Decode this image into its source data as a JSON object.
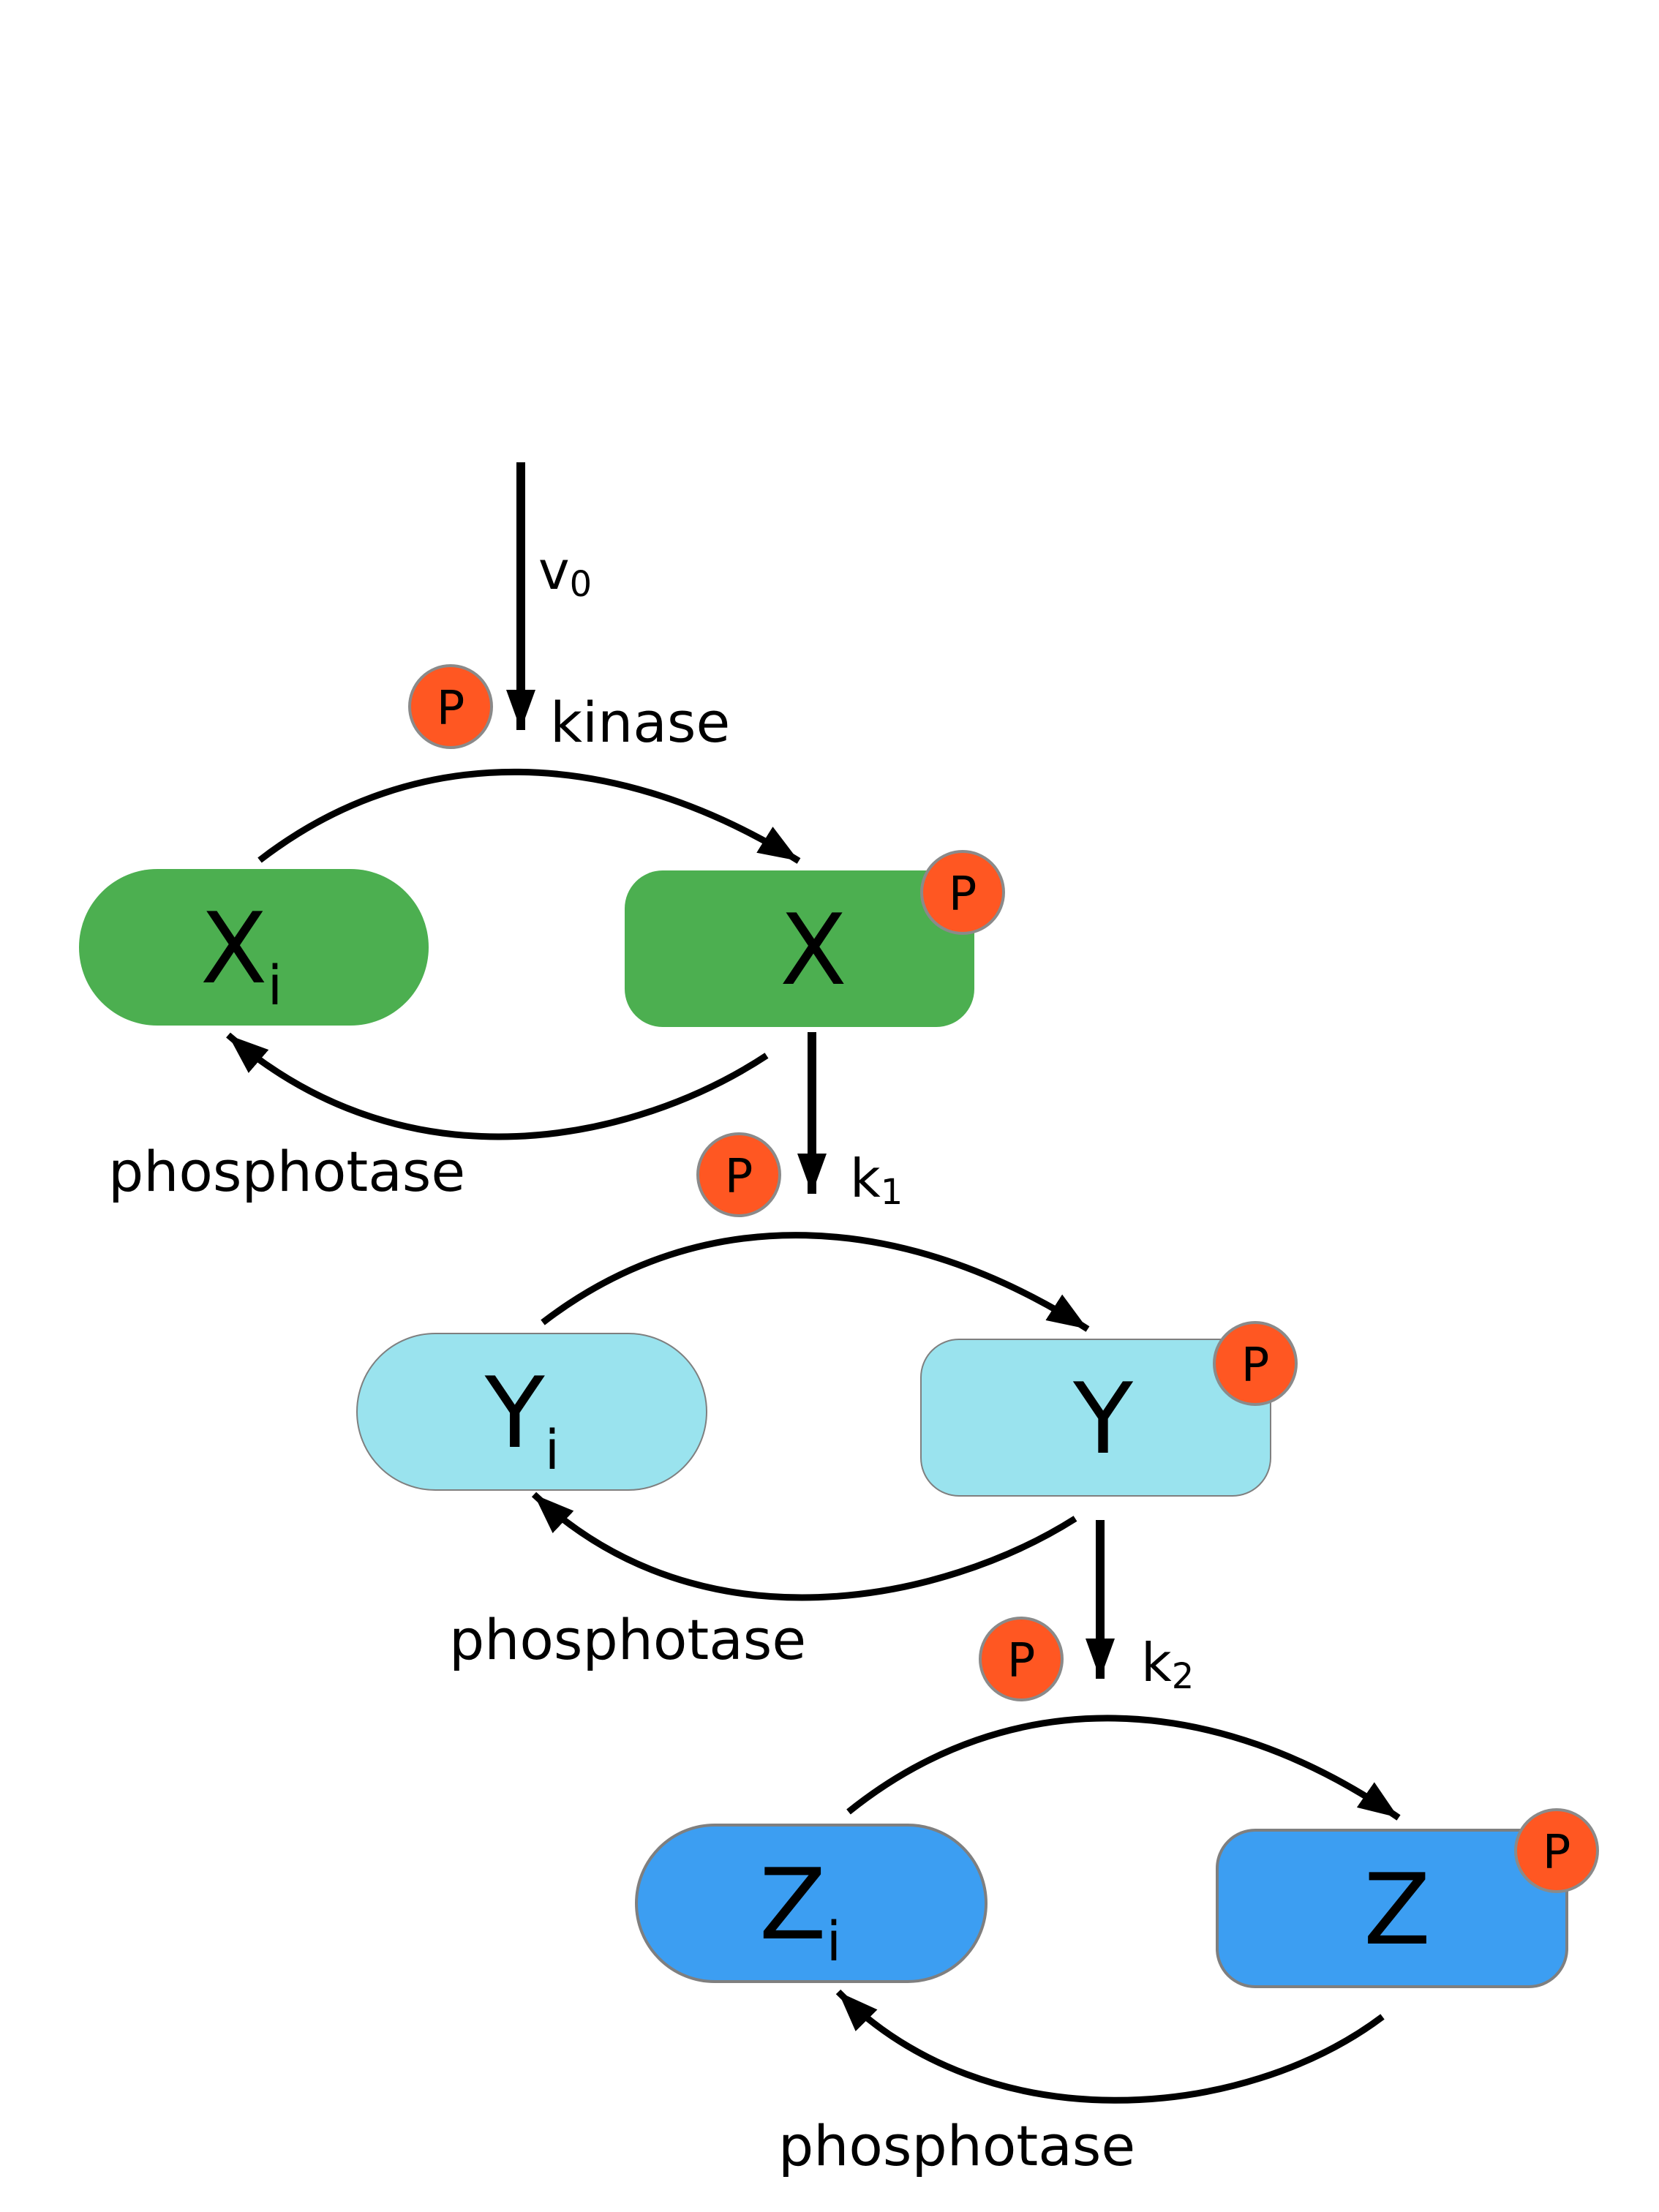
{
  "colors": {
    "x_fill": "#4caf50",
    "y_fill": "#9ae3ee",
    "z_fill": "#3c9ef2",
    "phosphate_fill": "#ff5722",
    "phosphate_stroke": "#8a8a8a",
    "node_stroke": "#7f7f7f",
    "arrow": "#000000"
  },
  "input": {
    "rate_main": "v",
    "rate_sub": "0",
    "phosphate": "P"
  },
  "tiers": [
    {
      "inactive": {
        "main": "X",
        "sub": "i"
      },
      "active": {
        "main": "X"
      },
      "active_phosphate": "P",
      "forward_label": "kinase",
      "reverse_label": "phosphotase",
      "transfer": {
        "rate_main": "k",
        "rate_sub": "1",
        "phosphate": "P"
      }
    },
    {
      "inactive": {
        "main": "Y",
        "sub": "i"
      },
      "active": {
        "main": "Y"
      },
      "active_phosphate": "P",
      "reverse_label": "phosphotase",
      "transfer": {
        "rate_main": "k",
        "rate_sub": "2",
        "phosphate": "P"
      }
    },
    {
      "inactive": {
        "main": "Z",
        "sub": "i"
      },
      "active": {
        "main": "Z"
      },
      "active_phosphate": "P",
      "reverse_label": "phosphotase"
    }
  ]
}
